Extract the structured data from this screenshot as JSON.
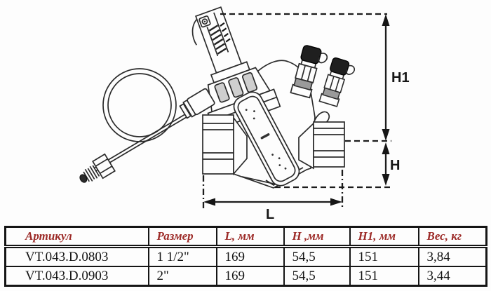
{
  "colors": {
    "accent_red": "#9c2a27",
    "ink": "#141414",
    "line": "#2b2b2b"
  },
  "diagram": {
    "dimension_labels": {
      "h1": "H1",
      "h": "H",
      "l": "L"
    }
  },
  "table": {
    "headers": [
      "Артикул",
      "Размер",
      "L, мм",
      "H ,мм",
      "H1, мм",
      "Вес, кг"
    ],
    "rows": [
      [
        "VT.043.D.0803",
        "1 1/2\"",
        "169",
        "54,5",
        "151",
        "3,84"
      ],
      [
        "VT.043.D.0903",
        "2\"",
        "169",
        "54,5",
        "151",
        "3,44"
      ]
    ]
  }
}
